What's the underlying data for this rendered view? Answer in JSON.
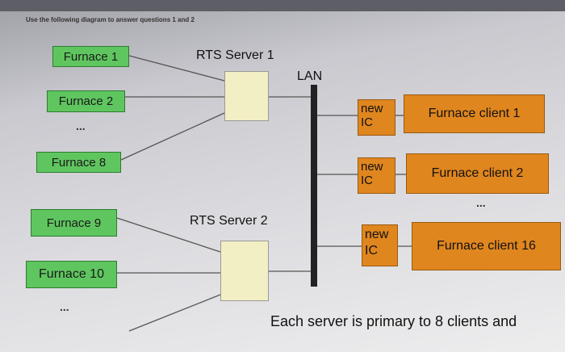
{
  "instruction": "Use the following diagram to answer questions 1 and 2",
  "furnaces": [
    "Furnace 1",
    "Furnace 2",
    "Furnace 8",
    "Furnace 9",
    "Furnace 10"
  ],
  "ellipsis": "...",
  "servers": [
    "RTS Server 1",
    "RTS Server 2"
  ],
  "lan": "LAN",
  "ic_label": "new IC",
  "clients": [
    "Furnace client 1",
    "Furnace client 2",
    "Furnace client 16"
  ],
  "footer": "Each server is primary to 8 clients and",
  "colors": {
    "furnace": "#5fc65f",
    "server": "#f3efc4",
    "client": "#e0861f",
    "lan": "#222222"
  }
}
